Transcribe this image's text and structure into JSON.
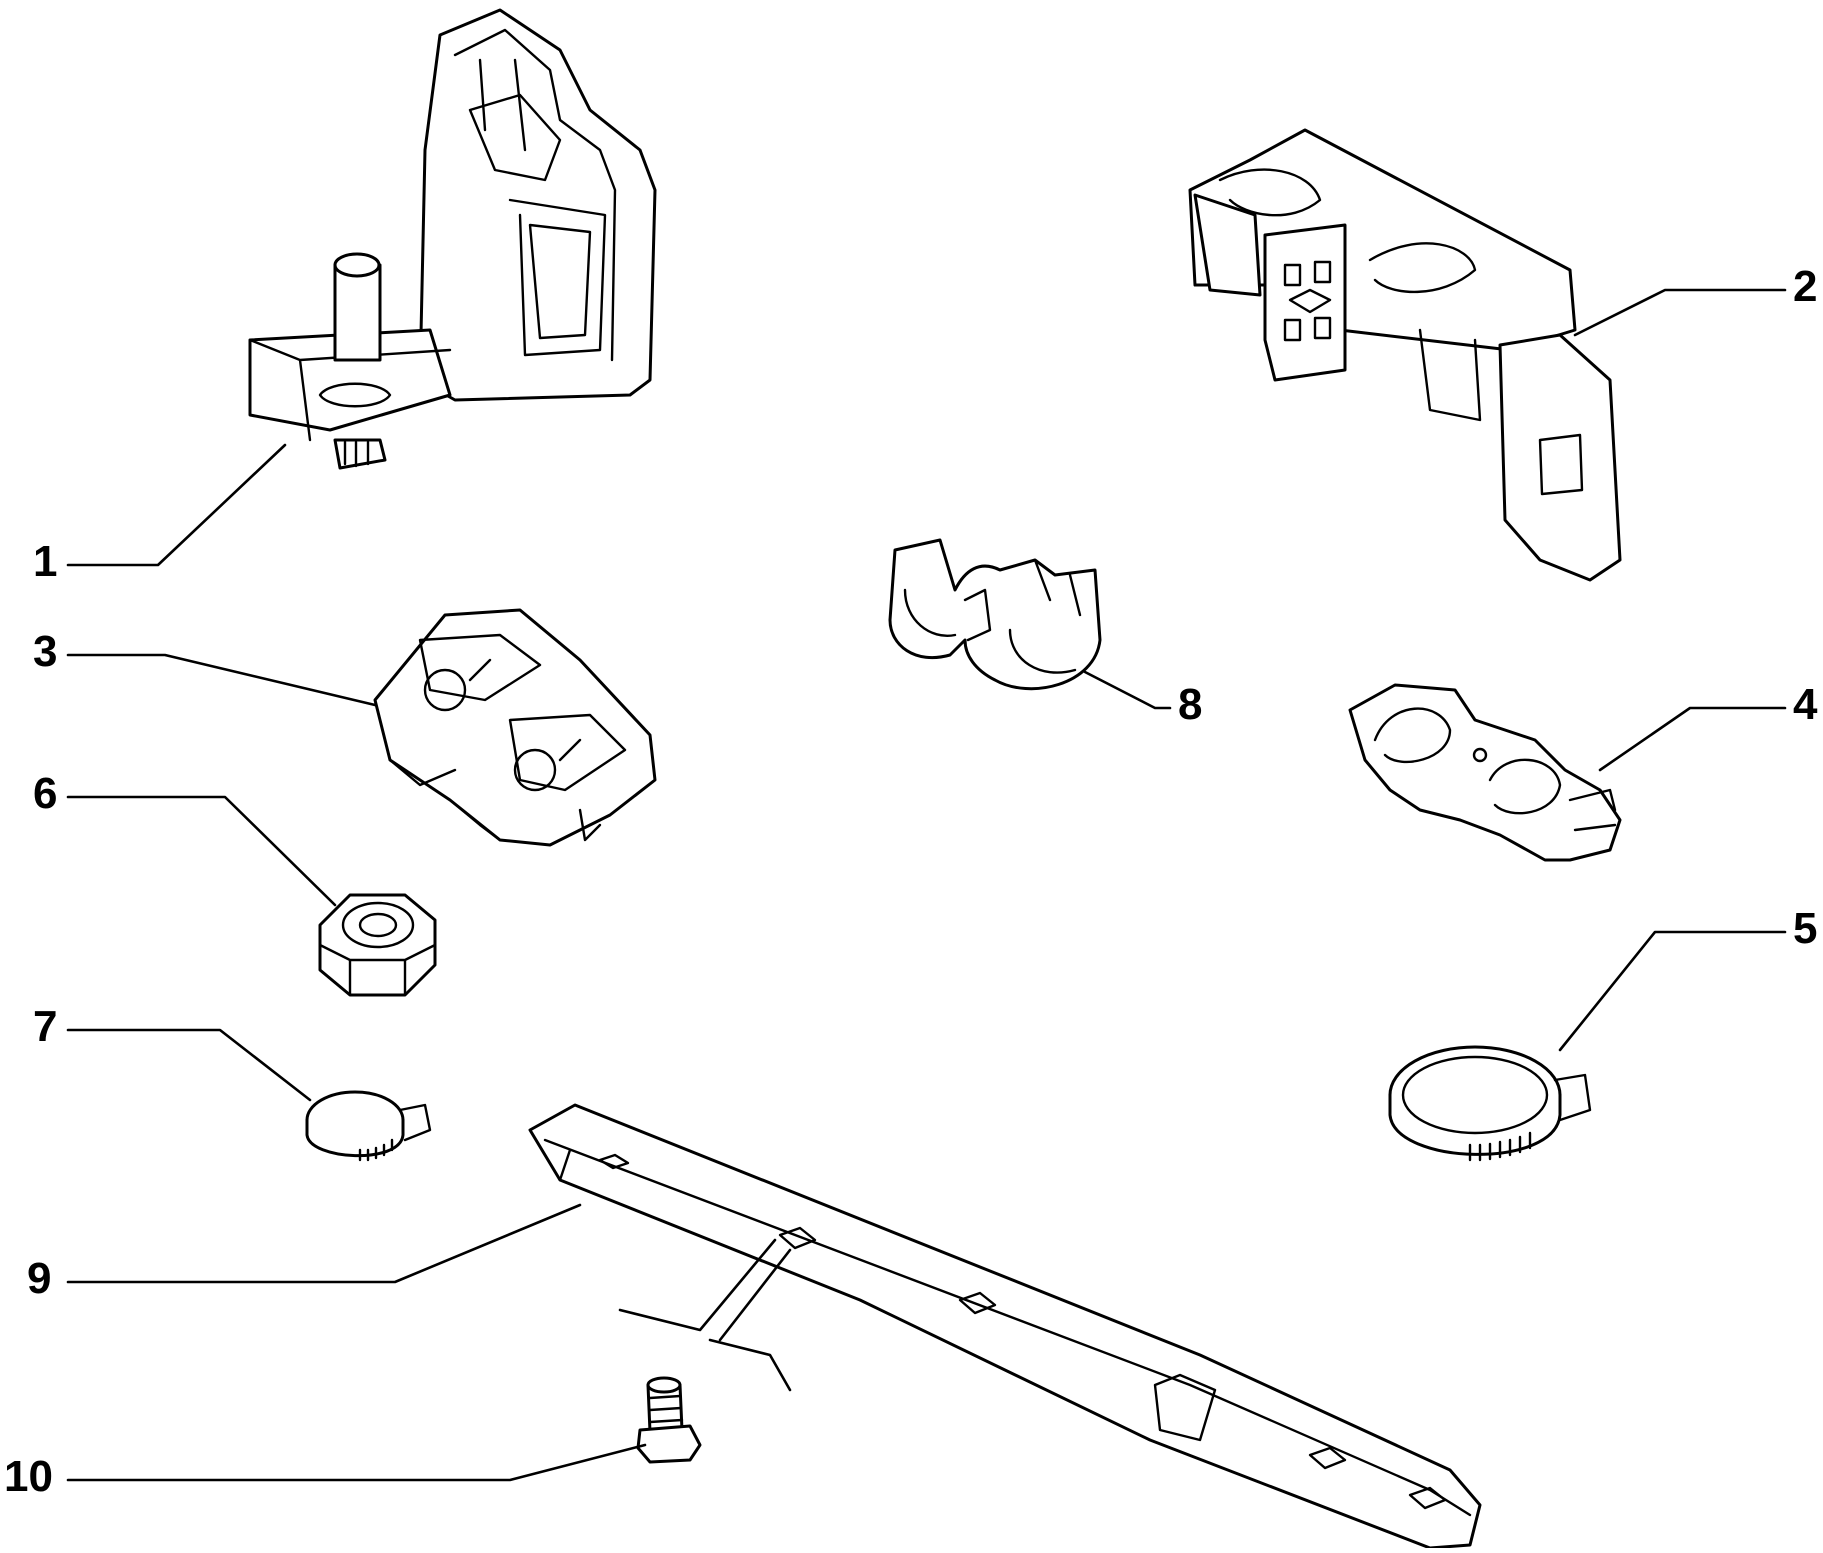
{
  "diagram": {
    "line_color": "#000000",
    "background": "#ffffff",
    "callouts": [
      {
        "id": "1",
        "part": "bracket-with-stud"
      },
      {
        "id": "2",
        "part": "double-pipe-bracket"
      },
      {
        "id": "3",
        "part": "double-clip-block"
      },
      {
        "id": "4",
        "part": "twin-pipe-clip"
      },
      {
        "id": "5",
        "part": "large-hose-clamp"
      },
      {
        "id": "6",
        "part": "nut"
      },
      {
        "id": "7",
        "part": "small-hose-clamp"
      },
      {
        "id": "8",
        "part": "double-pipe-clip"
      },
      {
        "id": "9",
        "part": "pipe-guide-rail"
      },
      {
        "id": "10",
        "part": "bolt"
      }
    ]
  }
}
